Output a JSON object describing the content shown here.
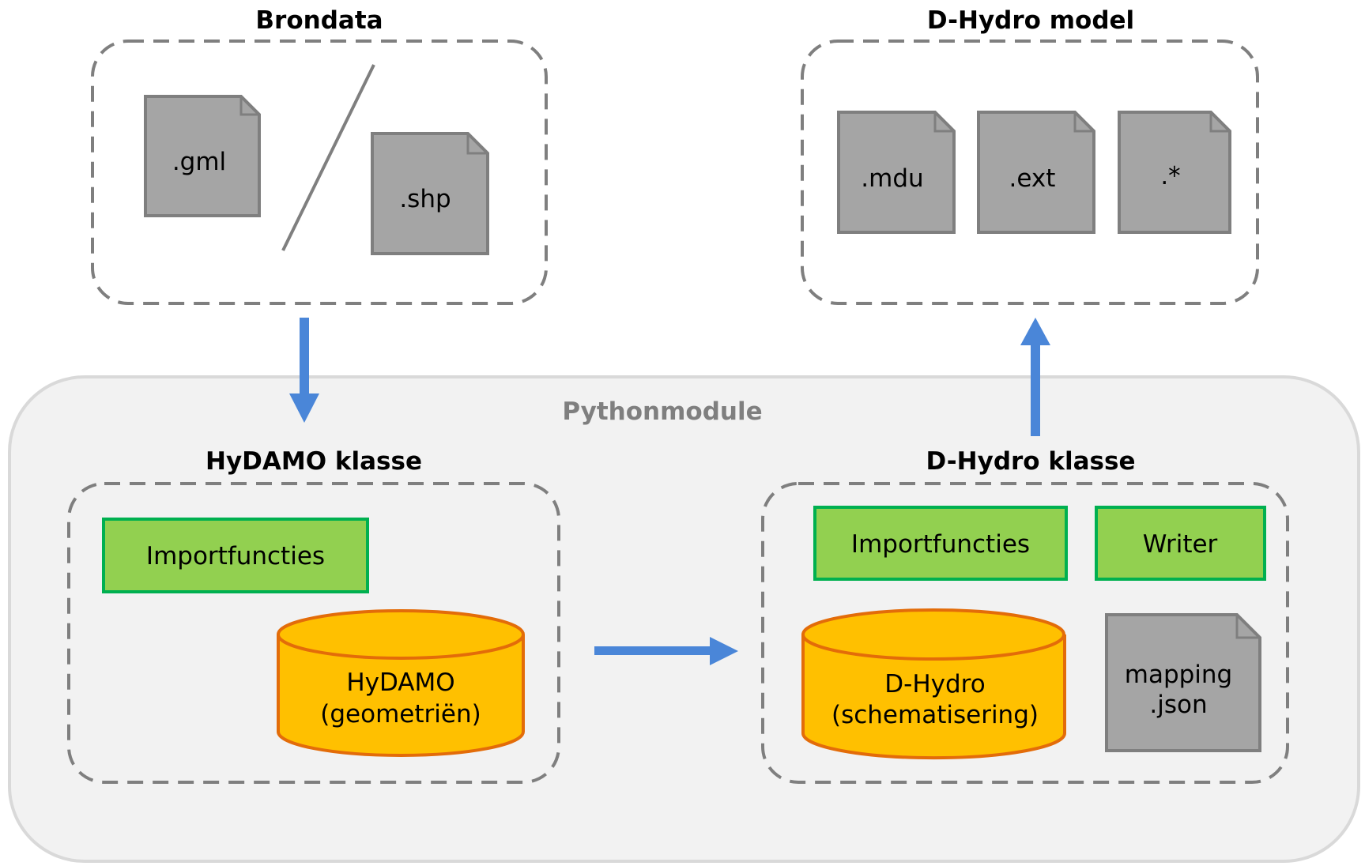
{
  "colors": {
    "file_fill": "#a5a5a5",
    "file_stroke": "#7f7f7f",
    "green_fill": "#92d050",
    "green_stroke": "#00b050",
    "db_fill": "#ffc000",
    "db_stroke": "#e36c09",
    "arrow": "#4a86d8",
    "module_fill": "#f2f2f2",
    "module_stroke": "#d9d9d9",
    "dash": "#7f7f7f"
  },
  "brondata": {
    "title": "Brondata",
    "files": [
      ".gml",
      ".shp"
    ]
  },
  "dhydro_model": {
    "title": "D-Hydro model",
    "files": [
      ".mdu",
      ".ext",
      ".*"
    ]
  },
  "pythonmodule": {
    "title": "Pythonmodule",
    "hydamo": {
      "title": "HyDAMO klasse",
      "import_label": "Importfuncties",
      "db_line1": "HyDAMO",
      "db_line2": "(geometriën)"
    },
    "dhydro": {
      "title": "D-Hydro klasse",
      "import_label": "Importfuncties",
      "writer_label": "Writer",
      "db_line1": "D-Hydro",
      "db_line2": "(schematisering)",
      "file_line1": "mapping",
      "file_line2": ".json"
    }
  }
}
